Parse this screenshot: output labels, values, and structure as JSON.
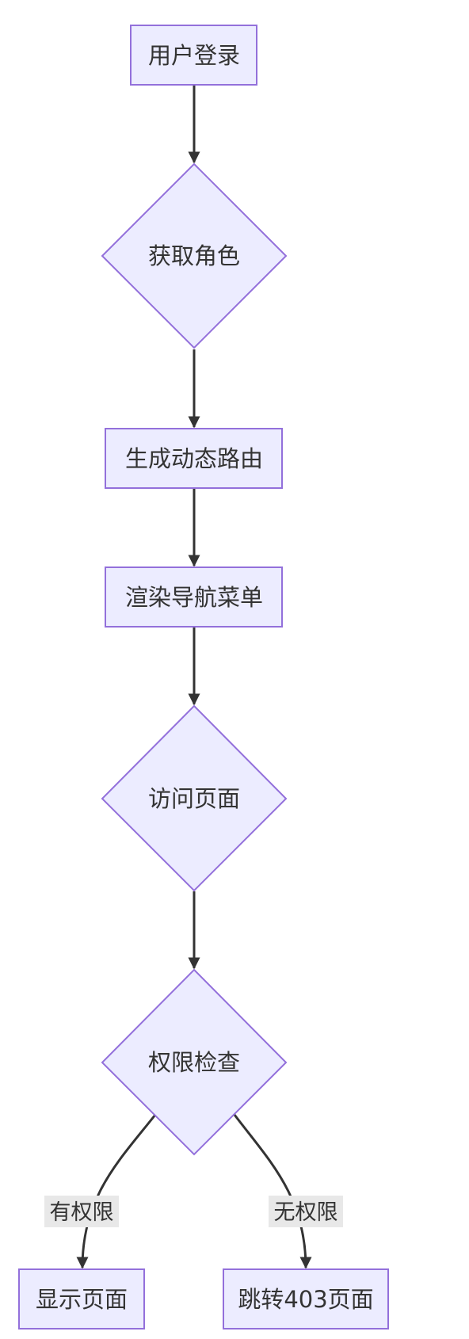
{
  "colors": {
    "node_fill": "#ececff",
    "node_stroke": "#9370db",
    "edge": "#333333",
    "edge_label_bg": "#e8e8e8",
    "text": "#333333"
  },
  "nodes": {
    "login": "用户登录",
    "get_role": "获取角色",
    "gen_routes": "生成动态路由",
    "render_menu": "渲染导航菜单",
    "visit_page": "访问页面",
    "perm_check": "权限检查",
    "show_page": "显示页面",
    "redirect_403": "跳转403页面"
  },
  "edges": {
    "has_perm": "有权限",
    "no_perm": "无权限"
  }
}
